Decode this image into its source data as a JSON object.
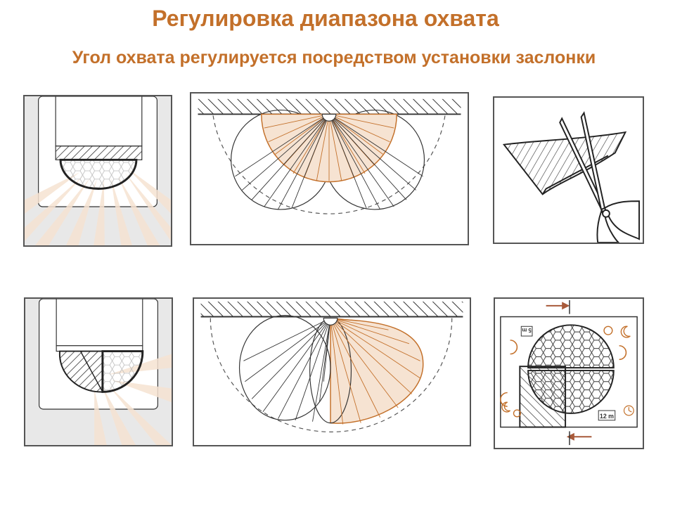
{
  "header": {
    "title": "Регулировка диапазона охвата",
    "subtitle": "Угол охвата регулируется посредством установки заслонки"
  },
  "labels": {
    "range_label": "12 m",
    "vertical_small_label": "5 m"
  },
  "colors": {
    "accent": "#c3702a",
    "sector_fill": "#f3dcc8",
    "line": "#333333",
    "panel_bg_gray": "#e8e8e8"
  },
  "icons": [
    "sun-icon",
    "moon-icon",
    "rotate-arrow-icon",
    "clock-icon",
    "scissors-icon",
    "arrow-icon"
  ]
}
